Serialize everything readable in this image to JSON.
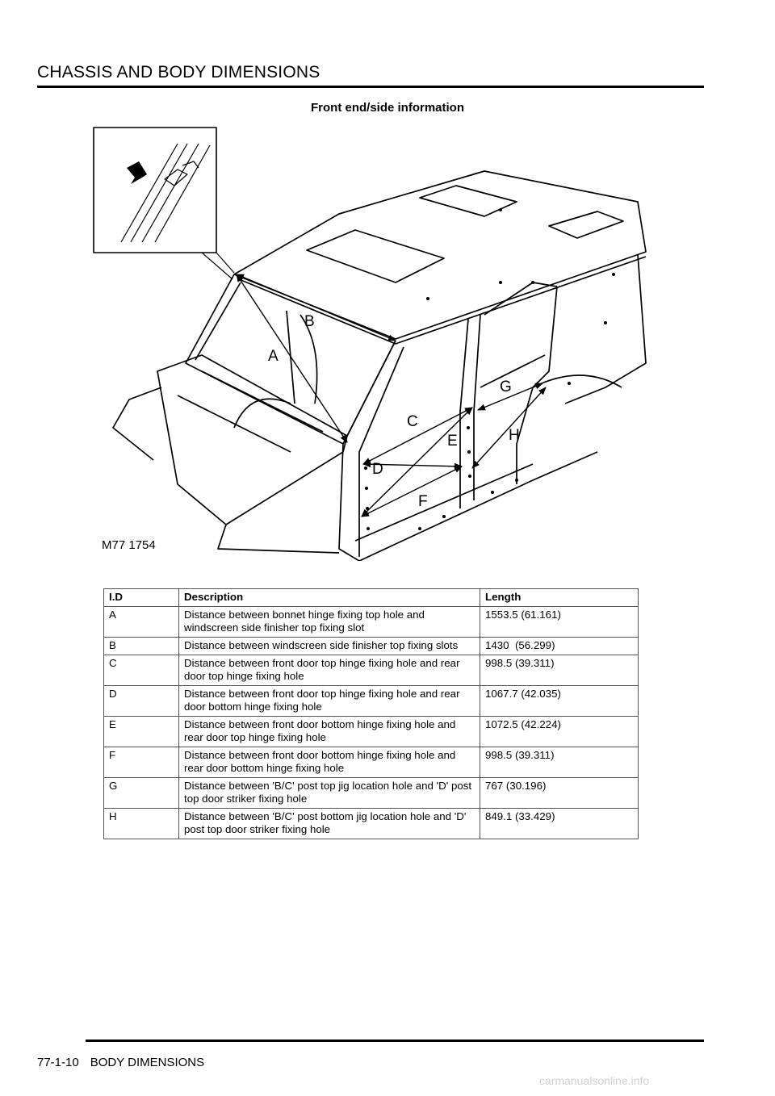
{
  "header": {
    "title": "CHASSIS AND BODY DIMENSIONS"
  },
  "section": {
    "title": "Front end/side information"
  },
  "figure": {
    "id_label": "M77 1754",
    "callouts": [
      "A",
      "B",
      "C",
      "D",
      "E",
      "F",
      "G",
      "H"
    ]
  },
  "table": {
    "headers": [
      "I.D",
      "Description",
      "Length"
    ],
    "rows": [
      {
        "id": "A",
        "description": "Distance between bonnet hinge fixing top hole and windscreen side finisher top fixing slot",
        "length": "1553.5 (61.161)"
      },
      {
        "id": "B",
        "description": "Distance between windscreen side finisher top fixing slots",
        "length": "1430  (56.299)"
      },
      {
        "id": "C",
        "description": "Distance between front door top hinge fixing hole and rear door top hinge fixing hole",
        "length": "998.5 (39.311)"
      },
      {
        "id": "D",
        "description": "Distance between front door top hinge fixing hole and rear door bottom hinge fixing hole",
        "length": "1067.7 (42.035)"
      },
      {
        "id": "E",
        "description": "Distance between front door bottom hinge fixing hole and rear door top hinge fixing hole",
        "length": "1072.5 (42.224)"
      },
      {
        "id": "F",
        "description": "Distance between front door bottom hinge fixing hole and rear door bottom hinge fixing hole",
        "length": "998.5 (39.311)"
      },
      {
        "id": "G",
        "description": "Distance between 'B/C' post top jig location hole and 'D' post top door striker fixing hole",
        "length": "767 (30.196)"
      },
      {
        "id": "H",
        "description": "Distance between 'B/C' post bottom jig location hole and 'D' post top door striker fixing hole",
        "length": "849.1 (33.429)"
      }
    ]
  },
  "footer": {
    "page_number": "77-1-10",
    "section": "BODY DIMENSIONS"
  },
  "watermark": {
    "text": "carmanualsonline.info"
  }
}
